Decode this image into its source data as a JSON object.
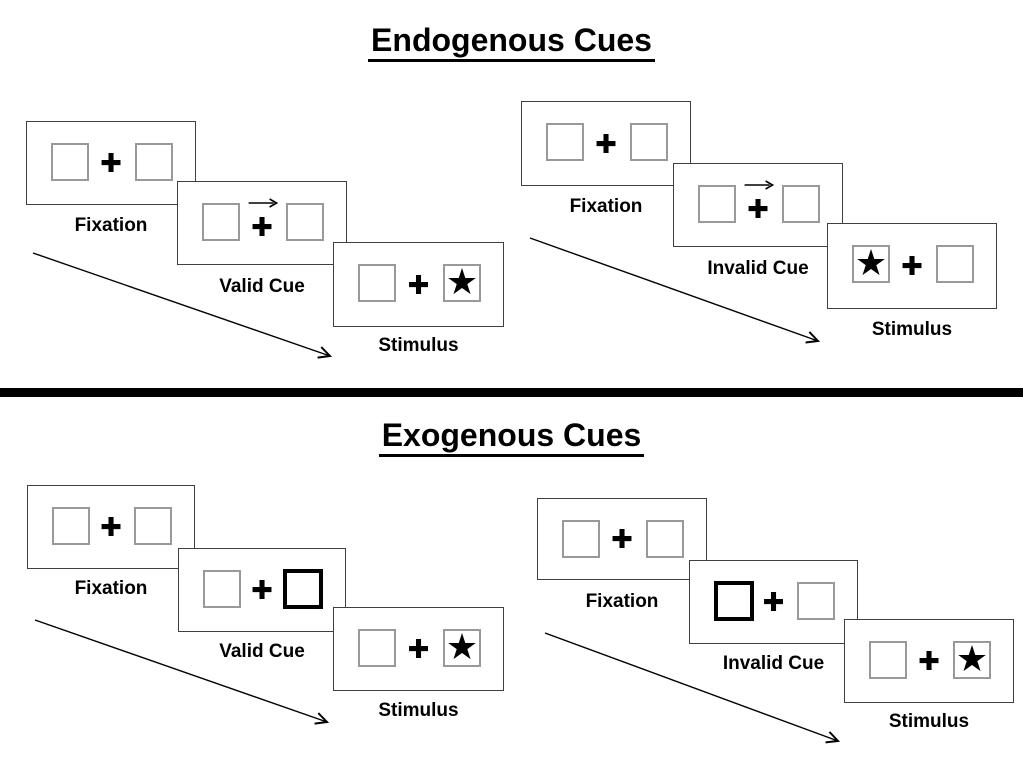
{
  "glyphs": {
    "plus": "✚",
    "star": "★"
  },
  "colors": {
    "background": "#ffffff",
    "panel_border": "#3f3f3f",
    "placeholder_box_border": "#999999",
    "cue_box_border": "#000000",
    "divider": "#000000",
    "text": "#000000"
  },
  "sections": [
    {
      "title": "Endogenous Cues",
      "trials": [
        {
          "name": "valid-trial",
          "frames": [
            {
              "label": "Fixation",
              "cue": null,
              "star": null
            },
            {
              "label": "Valid Cue",
              "cue": "arrow-right",
              "star": null
            },
            {
              "label": "Stimulus",
              "cue": null,
              "star": "right"
            }
          ]
        },
        {
          "name": "invalid-trial",
          "frames": [
            {
              "label": "Fixation",
              "cue": null,
              "star": null
            },
            {
              "label": "Invalid Cue",
              "cue": "arrow-right",
              "star": null
            },
            {
              "label": "Stimulus",
              "cue": null,
              "star": "left"
            }
          ]
        }
      ]
    },
    {
      "title": "Exogenous Cues",
      "trials": [
        {
          "name": "valid-trial",
          "frames": [
            {
              "label": "Fixation",
              "cue": null,
              "star": null
            },
            {
              "label": "Valid Cue",
              "cue": "box-right",
              "star": null
            },
            {
              "label": "Stimulus",
              "cue": null,
              "star": "right"
            }
          ]
        },
        {
          "name": "invalid-trial",
          "frames": [
            {
              "label": "Fixation",
              "cue": null,
              "star": null
            },
            {
              "label": "Invalid Cue",
              "cue": "box-left",
              "star": null
            },
            {
              "label": "Stimulus",
              "cue": null,
              "star": "right"
            }
          ]
        }
      ]
    }
  ]
}
